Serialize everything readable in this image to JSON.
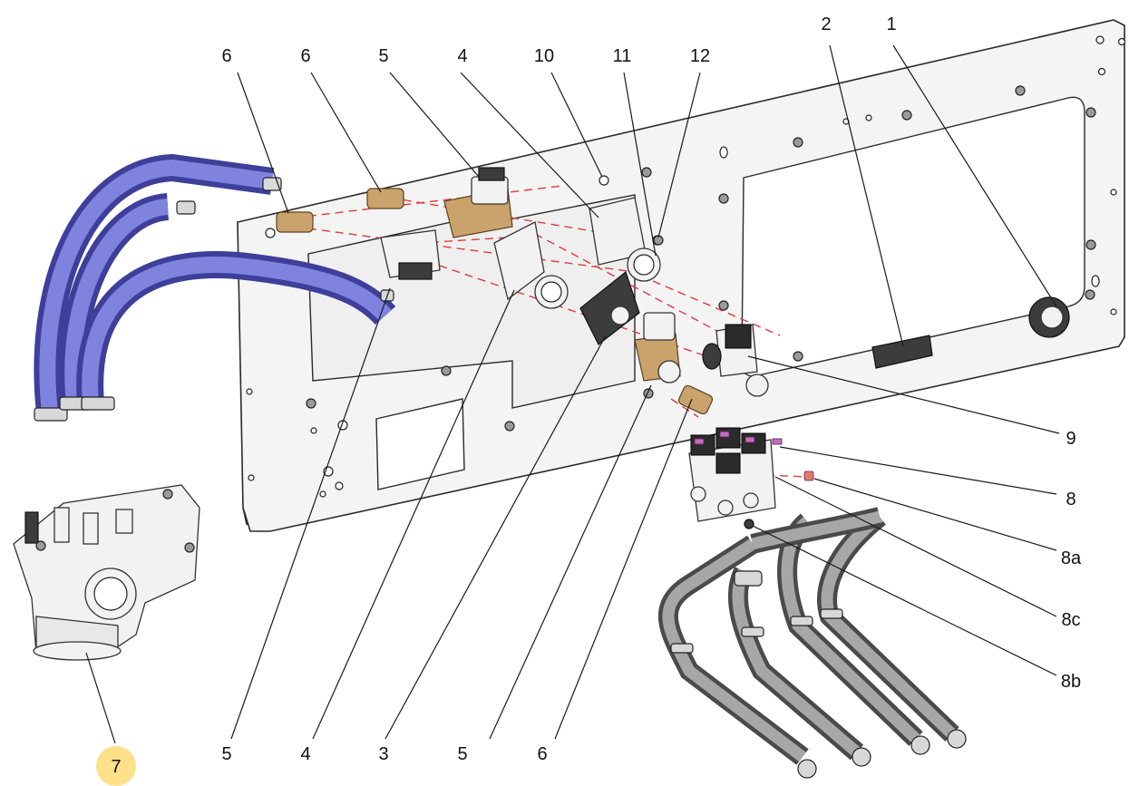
{
  "callouts": {
    "c1": "1",
    "c2": "2",
    "c3": "3",
    "c4_bottom": "4",
    "c4_top": "4",
    "c5_bottom_left": "5",
    "c5_bottom_mid": "5",
    "c5_top": "5",
    "c6_bottom": "6",
    "c6_top_left": "6",
    "c6_top_mid": "6",
    "c7": "7",
    "c8": "8",
    "c8a": "8a",
    "c8b": "8b",
    "c8c": "8c",
    "c9": "9",
    "c10": "10",
    "c11": "11",
    "c12": "12"
  },
  "colors": {
    "highlight_badge": "#fde08a",
    "assembly_dash": "#e03a3a",
    "inlet_hose": "#3d3f9a",
    "outlet_hose": "#4a4a4a",
    "brass_fitting": "#c9a36b"
  }
}
